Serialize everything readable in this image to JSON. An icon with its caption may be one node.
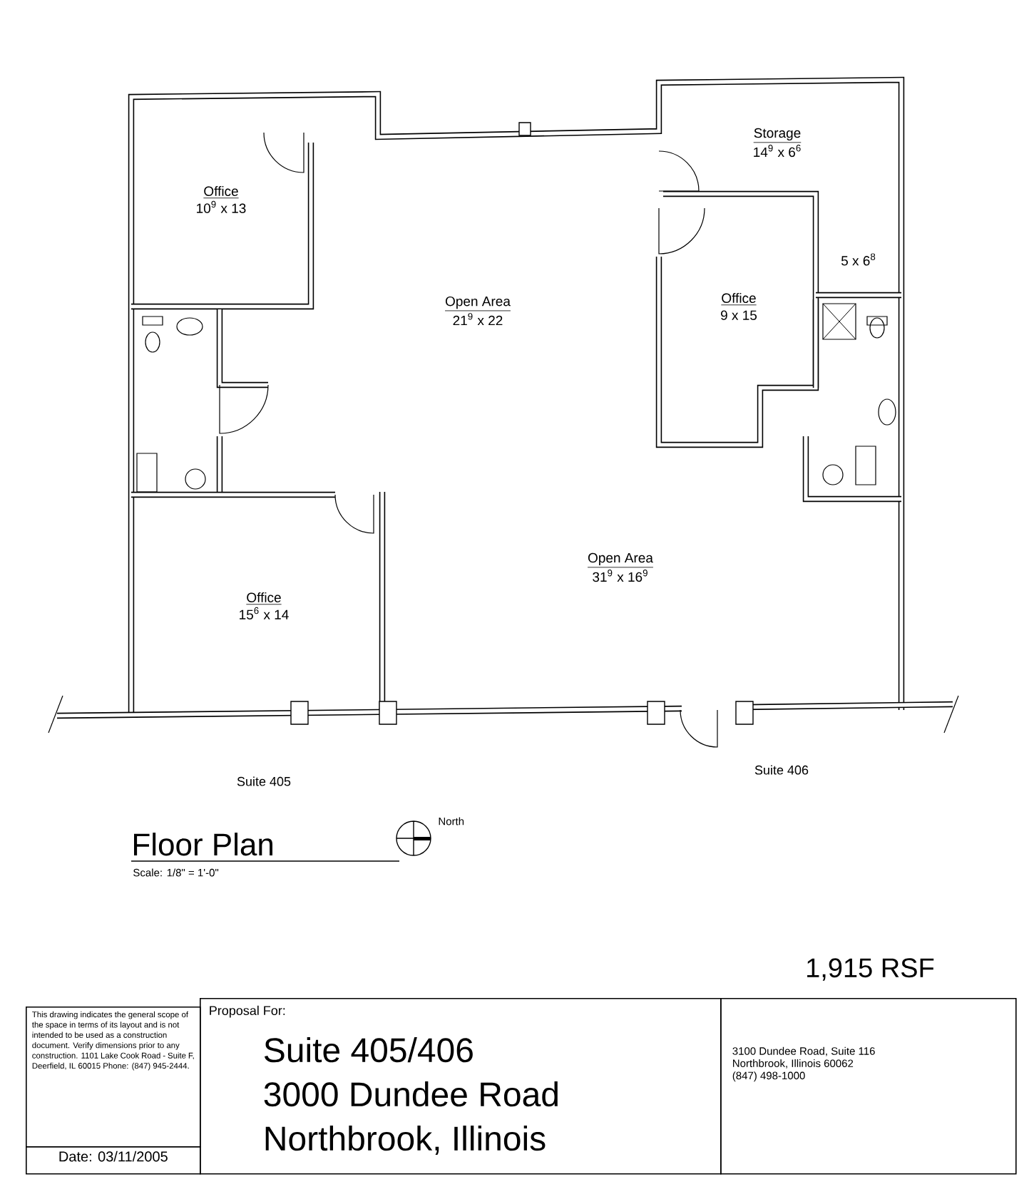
{
  "diagram": {
    "title": "Floor Plan",
    "nodes": [
      {
        "text": [
          "Office",
          "10$^{9}$ x 13"
        ]
      },
      {
        "text": [
          "Open Area",
          "21$^{9}$ x 22"
        ]
      },
      {
        "text": [
          "Storage",
          "14$^{9}$ x 6$^{6}$"
        ]
      },
      {
        "text": [
          "5 x 6$^{8}$"
        ]
      },
      {
        "text": [
          "Office",
          "9 x 15"
        ]
      },
      {
        "text": [
          "Office",
          "15$^{6}$ x 14"
        ]
      },
      {
        "text": [
          "Open Area",
          "31$^{9}$ x 16$^{9}$"
        ]
      },
      {
        "text": [
          "This drawing indicates the general scope of the space in terms of its layout and is not intended to be used as a construction document. Verify dimensions prior to any construction. 1101 Lake Cook Road - Suite F, Deerfield, IL 60015 Phone: (847) 945-2444."
        ]
      },
      {
        "text": [
          "Date: 03/11/2005"
        ]
      },
      {
        "text": [
          "Proposal For:",
          "Suite 405/406",
          "3000 Dundee Road",
          "Northbrook, Illinois"
        ]
      },
      {
        "text": [
          "3100 Dundee Road, Suite 116",
          "Northbrook, Illinois 60062",
          "(847) 498-1000"
        ]
      }
    ],
    "labels": [
      "Suite 405",
      "Suite 406",
      "Scale: 1/8\" = 1'-0\"",
      "North",
      "1,915 RSF"
    ]
  }
}
